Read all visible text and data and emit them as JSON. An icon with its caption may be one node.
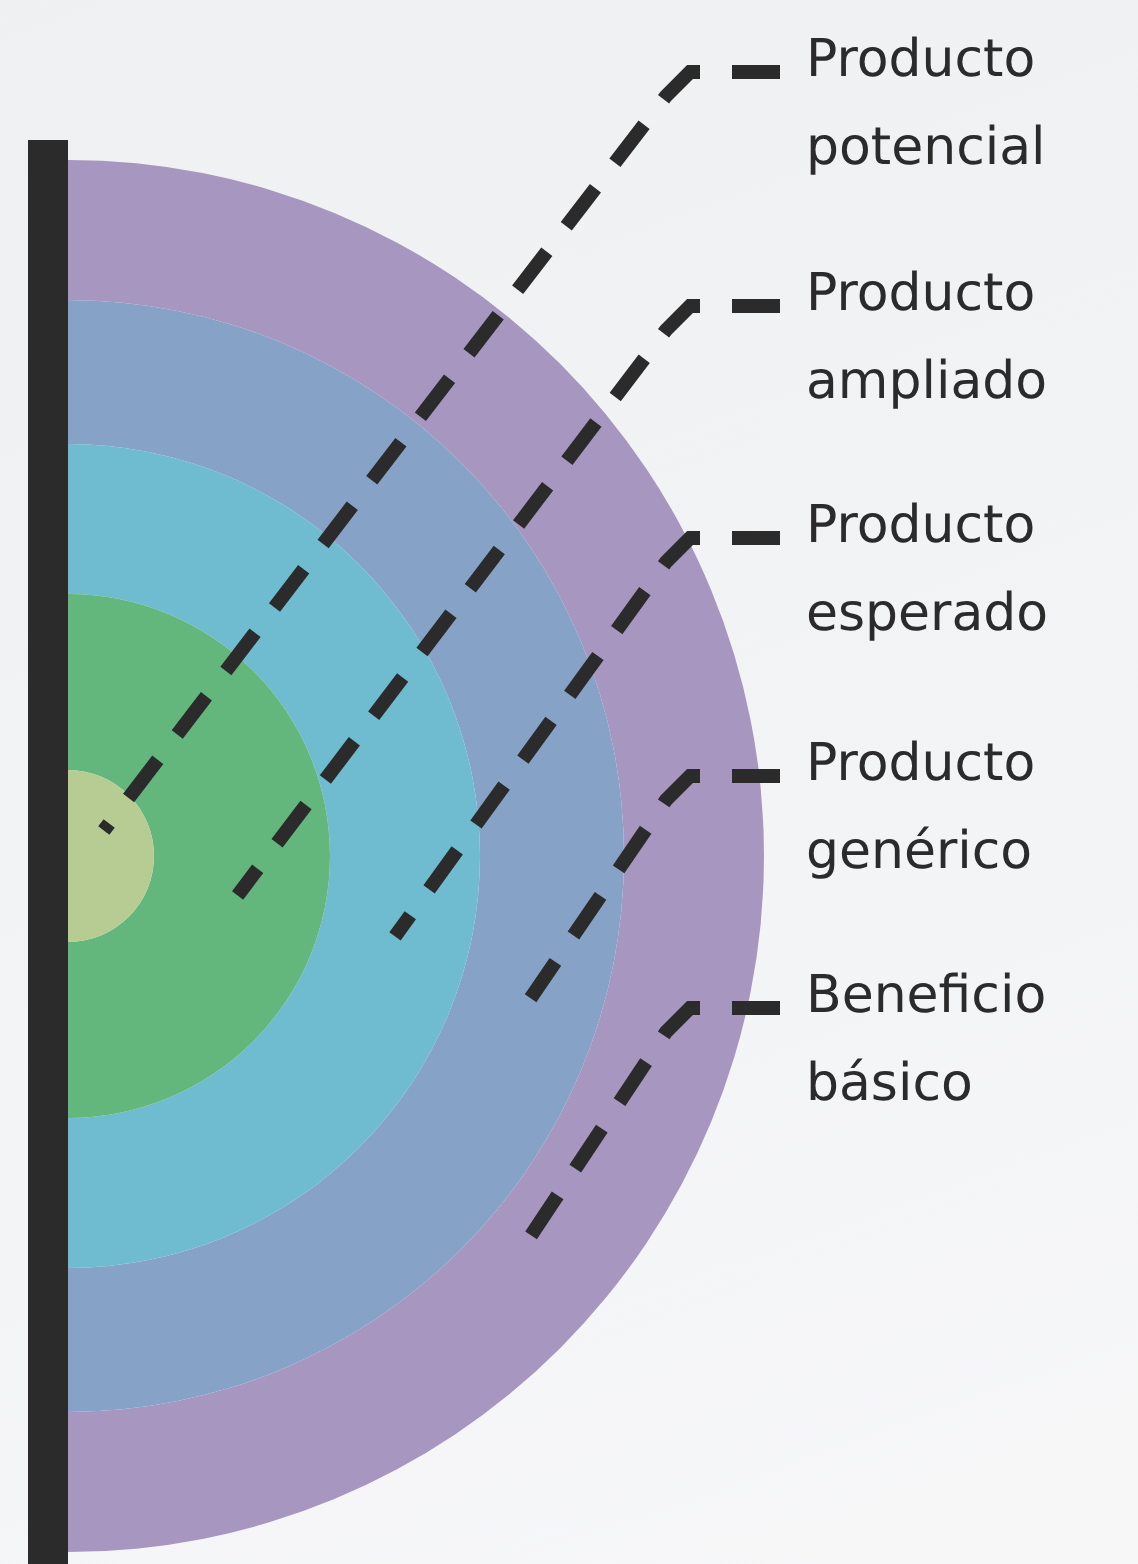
{
  "diagram": {
    "nodes": [
      {
        "text": [
          "Producto potencial"
        ]
      },
      {
        "text": [
          "Producto ampliado"
        ]
      },
      {
        "text": [
          "Producto esperado"
        ]
      },
      {
        "text": [
          "Producto genérico"
        ]
      },
      {
        "text": [
          "Beneficio básico"
        ]
      },
      {
        "text": [],
        "shape": "circle"
      },
      {
        "text": [],
        "shape": "circle",
        "in": 5
      },
      {
        "text": [],
        "shape": "circle",
        "in": 6
      },
      {
        "text": [],
        "shape": "circle",
        "in": 7
      },
      {
        "text": [],
        "shape": "circle",
        "in": 8
      },
      {
        "text": [],
        "shape": "bar"
      }
    ],
    "edges": [
      {
        "from": 0,
        "to": 9,
        "arrow": "none"
      },
      {
        "from": 1,
        "to": 8,
        "arrow": "none"
      },
      {
        "from": 2,
        "to": 7,
        "arrow": "none"
      },
      {
        "from": 3,
        "to": 6,
        "arrow": "none"
      },
      {
        "from": 4,
        "to": 5,
        "arrow": "none"
      }
    ]
  }
}
